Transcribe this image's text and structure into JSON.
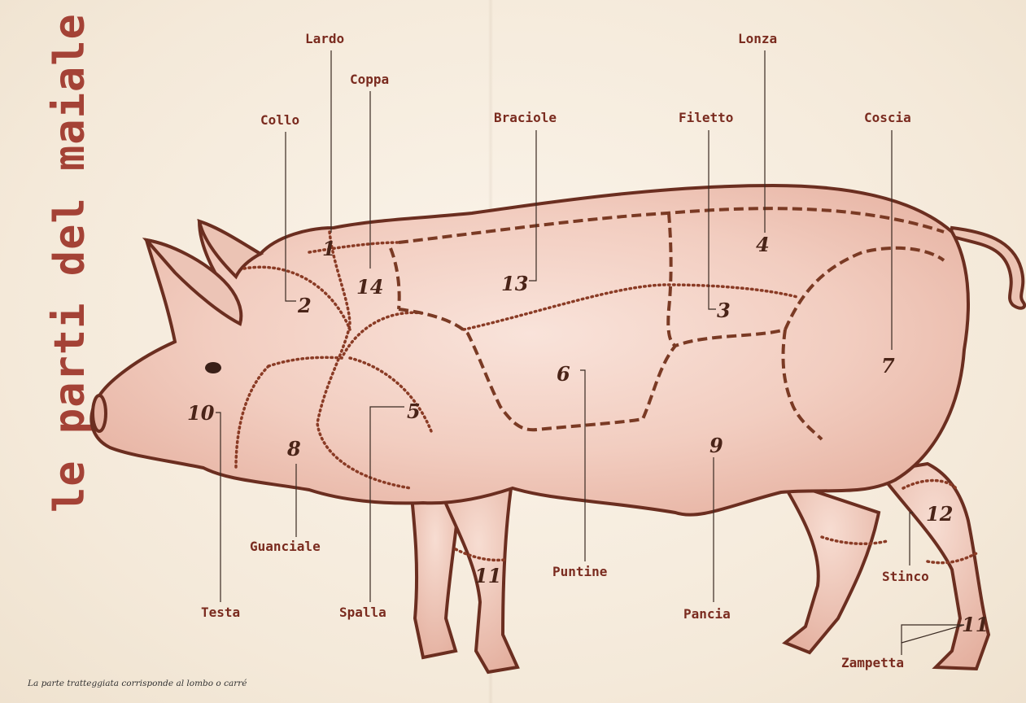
{
  "title": "le parti del maiale",
  "note": "La parte tratteggiata corrisponde al lombo o carré",
  "numbers": {
    "n1": "1",
    "n2": "2",
    "n3": "3",
    "n4": "4",
    "n5": "5",
    "n6": "6",
    "n7": "7",
    "n8": "8",
    "n9": "9",
    "n10": "10",
    "n11a": "11",
    "n11b": "11",
    "n12": "12",
    "n13": "13",
    "n14": "14"
  },
  "labels": {
    "lardo": "Lardo",
    "coppa": "Coppa",
    "collo": "Collo",
    "braciole": "Braciole",
    "filetto": "Filetto",
    "lonza": "Lonza",
    "coscia": "Coscia",
    "guanciale": "Guanciale",
    "testa": "Testa",
    "spalla": "Spalla",
    "puntine": "Puntine",
    "pancia": "Pancia",
    "stinco": "Stinco",
    "zampetta": "Zampetta"
  },
  "colors": {
    "title": "#a44236",
    "label": "#7a2b1f",
    "body_fill": "#f2cfc2",
    "outline": "#6b2e20"
  }
}
